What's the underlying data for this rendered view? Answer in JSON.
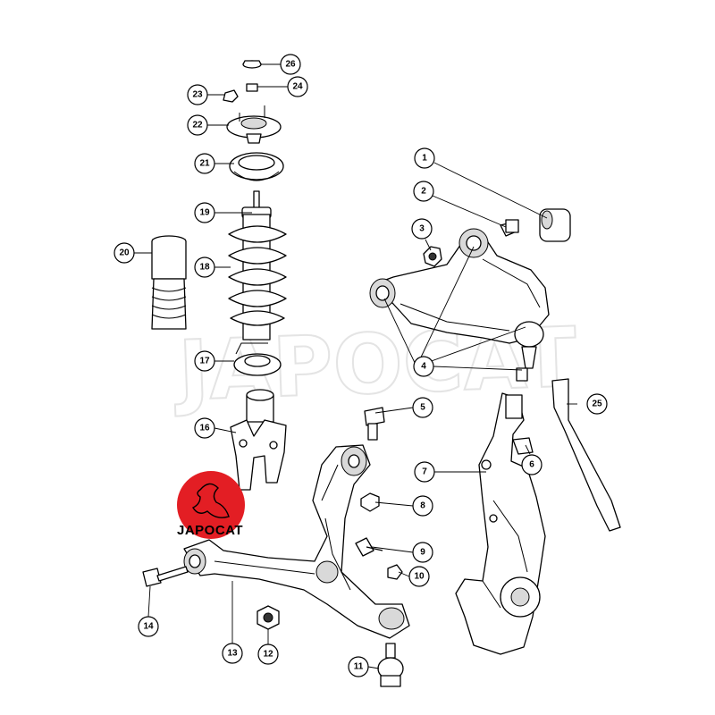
{
  "watermark": {
    "text": "JAPOCAT"
  },
  "logo": {
    "text": "JAPOCAT",
    "color": "#e31e24"
  },
  "callouts": {
    "c1": "1",
    "c2": "2",
    "c3": "3",
    "c4": "4",
    "c5": "5",
    "c6": "6",
    "c7": "7",
    "c8": "8",
    "c9": "9",
    "c10": "10",
    "c11": "11",
    "c12": "12",
    "c13": "13",
    "c14": "14",
    "c16": "16",
    "c17": "17",
    "c18": "18",
    "c19": "19",
    "c20": "20",
    "c21": "21",
    "c22": "22",
    "c23": "23",
    "c24": "24",
    "c25": "25",
    "c26": "26"
  }
}
